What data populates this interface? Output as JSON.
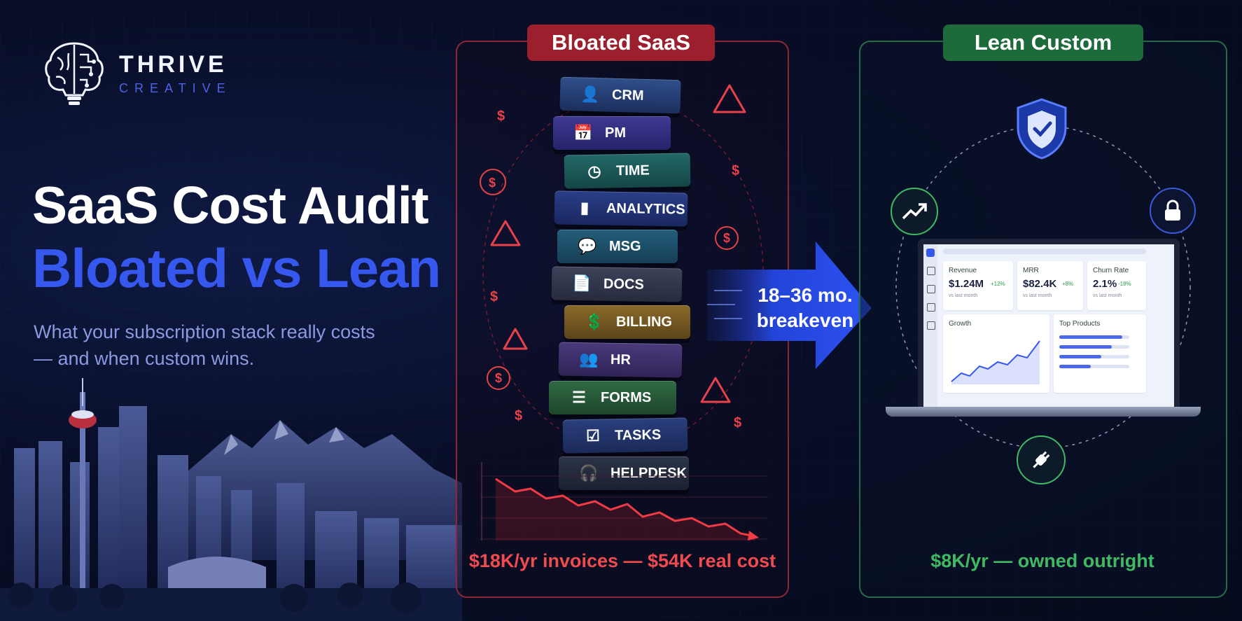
{
  "brand": {
    "name": "THRIVE",
    "sub": "CREATIVE"
  },
  "hero": {
    "title_line1": "SaaS Cost Audit",
    "title_line2": "Bloated vs Lean",
    "subtitle": "What your subscription stack really costs — and when custom wins."
  },
  "bloated": {
    "tag": "Bloated SaaS",
    "blocks": [
      "CRM",
      "PM",
      "TIME",
      "ANALYTICS",
      "MSG",
      "DOCS",
      "BILLING",
      "HR",
      "FORMS",
      "TASKS",
      "HELPDESK"
    ],
    "cost": "$18K/yr invoices — $54K real cost"
  },
  "arrow": {
    "line1": "18–36 mo.",
    "line2": "breakeven"
  },
  "lean": {
    "tag": "Lean Custom",
    "cost": "$8K/yr — owned outright",
    "dashboard": {
      "cards": [
        {
          "title": "Revenue",
          "value": "$1.24M",
          "delta": "+12%",
          "sub": "vs last month"
        },
        {
          "title": "MRR",
          "value": "$82.4K",
          "delta": "+8%",
          "sub": "vs last month"
        },
        {
          "title": "Churn Rate",
          "value": "2.1%",
          "delta": "-18%",
          "sub": "vs last month"
        }
      ],
      "growth_title": "Growth",
      "top_title": "Top Products"
    }
  },
  "colors": {
    "accent_blue": "#3658ef",
    "red": "#f04b4f",
    "green": "#3fba63"
  }
}
